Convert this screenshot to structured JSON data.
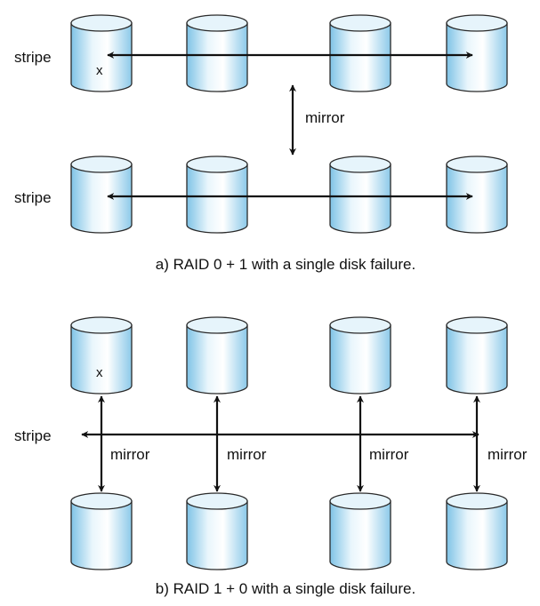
{
  "colors": {
    "disk_light": "#ffffff",
    "disk_mid": "#cde9f7",
    "disk_dark": "#8fcbea",
    "disk_top": "#e6f4fb",
    "outline": "#2a2a2a",
    "arrow": "#111111"
  },
  "raid01": {
    "stripe_label_top": "stripe",
    "stripe_label_bottom": "stripe",
    "mirror_label": "mirror",
    "failed_disk_mark": "x",
    "caption": "a) RAID 0 + 1 with a single disk failure."
  },
  "raid10": {
    "stripe_label": "stripe",
    "mirror_labels": [
      "mirror",
      "mirror",
      "mirror",
      "mirror"
    ],
    "failed_disk_mark": "x",
    "caption": "b) RAID 1 + 0 with a single disk failure."
  },
  "icons": [
    "disk-icon",
    "double-arrow-icon"
  ]
}
